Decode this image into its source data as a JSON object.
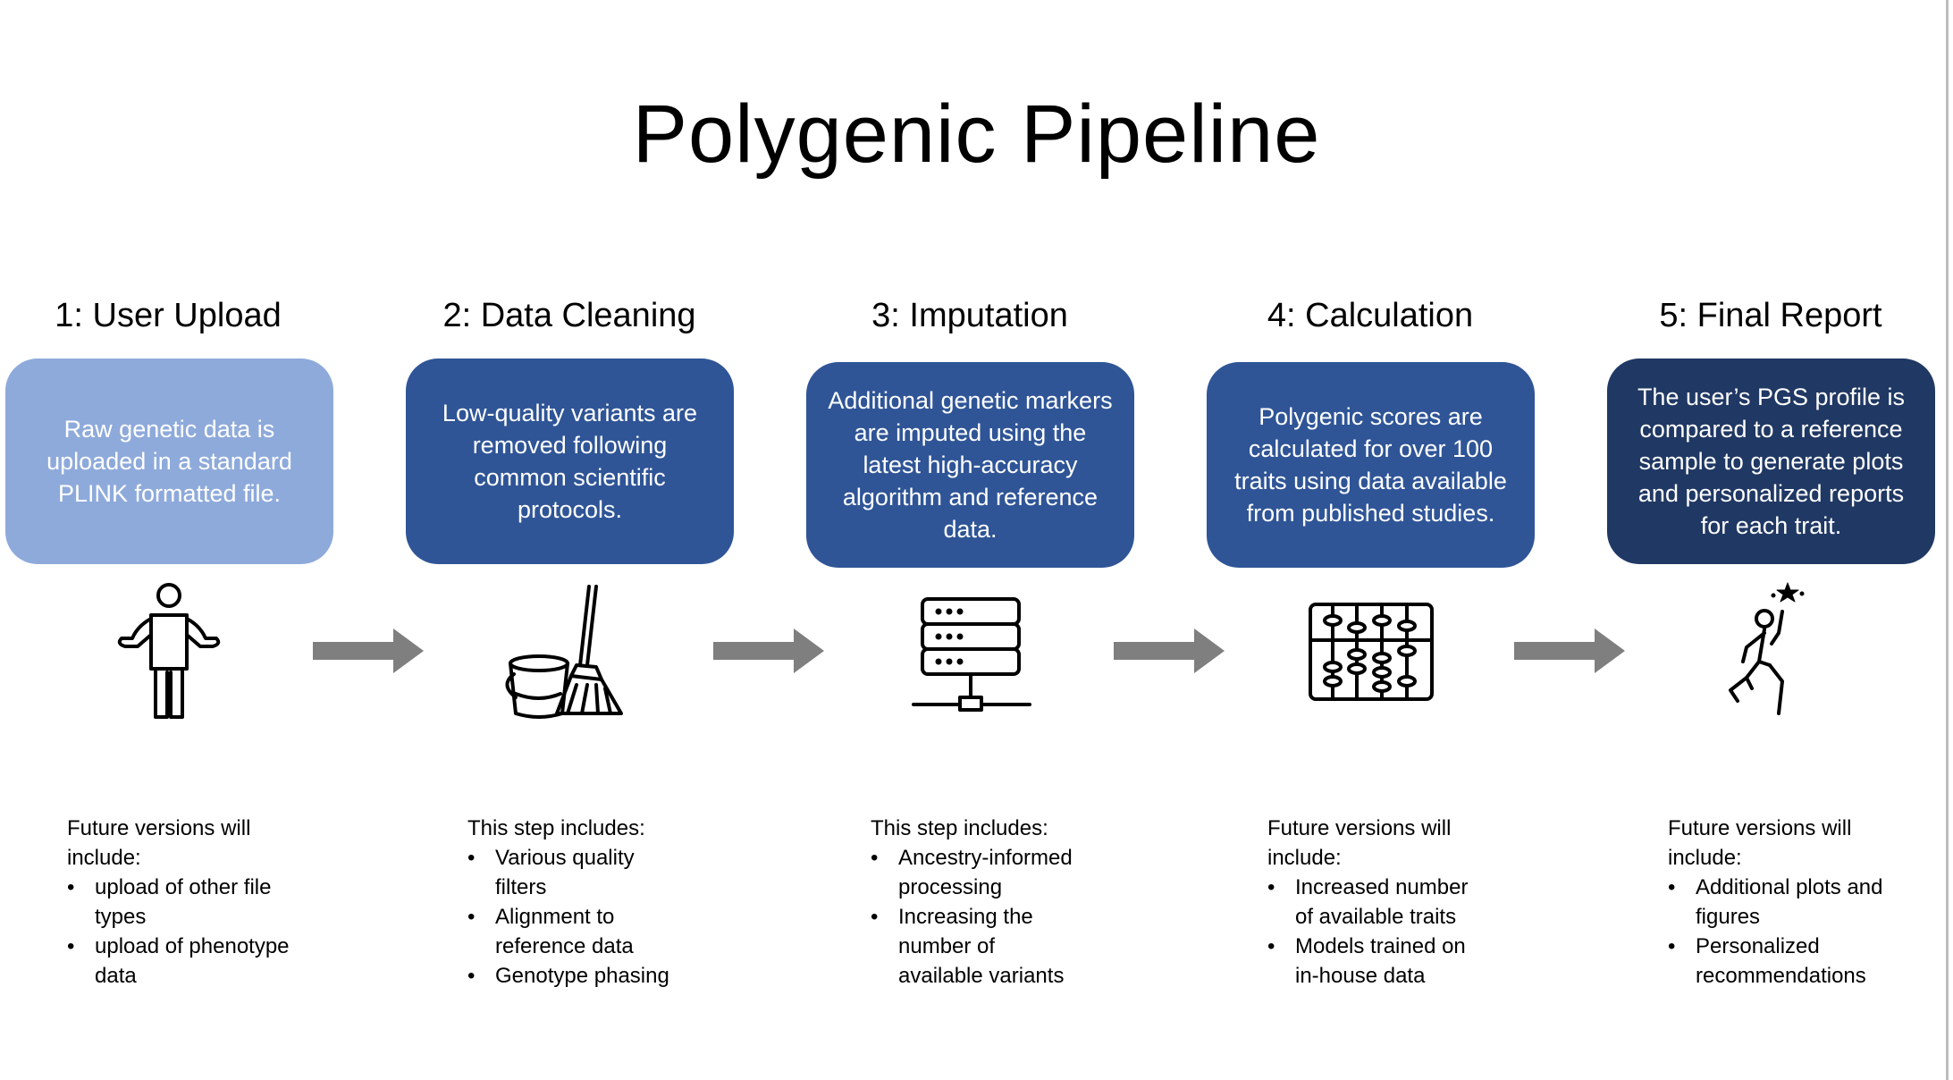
{
  "title": "Polygenic Pipeline",
  "steps": [
    {
      "title": "1: User Upload",
      "description": "Raw genetic data is uploaded in a standard PLINK formatted file.",
      "icon": "person-shrug-icon",
      "notes_heading": "Future versions will include:",
      "notes": [
        "upload of other file types",
        "upload of phenotype data"
      ]
    },
    {
      "title": "2: Data Cleaning",
      "description": "Low-quality variants are removed following common scientific protocols.",
      "icon": "bucket-broom-icon",
      "notes_heading": "This step includes:",
      "notes": [
        "Various quality filters",
        "Alignment to reference data",
        "Genotype phasing"
      ]
    },
    {
      "title": "3: Imputation",
      "description": "Additional genetic markers are imputed using the latest high-accuracy algorithm and reference data.",
      "icon": "server-network-icon",
      "notes_heading": "This step includes:",
      "notes": [
        "Ancestry-informed processing",
        "Increasing the number of available variants"
      ]
    },
    {
      "title": "4: Calculation",
      "description": "Polygenic scores are calculated for over 100 traits using data available from published studies.",
      "icon": "abacus-icon",
      "notes_heading": "Future versions will include:",
      "notes": [
        "Increased number of available traits",
        "Models trained on in-house data"
      ]
    },
    {
      "title": "5: Final Report",
      "description": "The user’s PGS profile is compared to a reference sample to generate plots and personalized reports for each trait.",
      "icon": "person-reaching-star-icon",
      "notes_heading": "Future versions will include:",
      "notes": [
        "Additional plots and figures",
        "Personalized recommendations"
      ]
    }
  ],
  "colors": {
    "box_step1": "#8eaadb",
    "box_steps2to4": "#2f5597",
    "box_step5": "#203864",
    "arrow": "#7f7f7f"
  }
}
